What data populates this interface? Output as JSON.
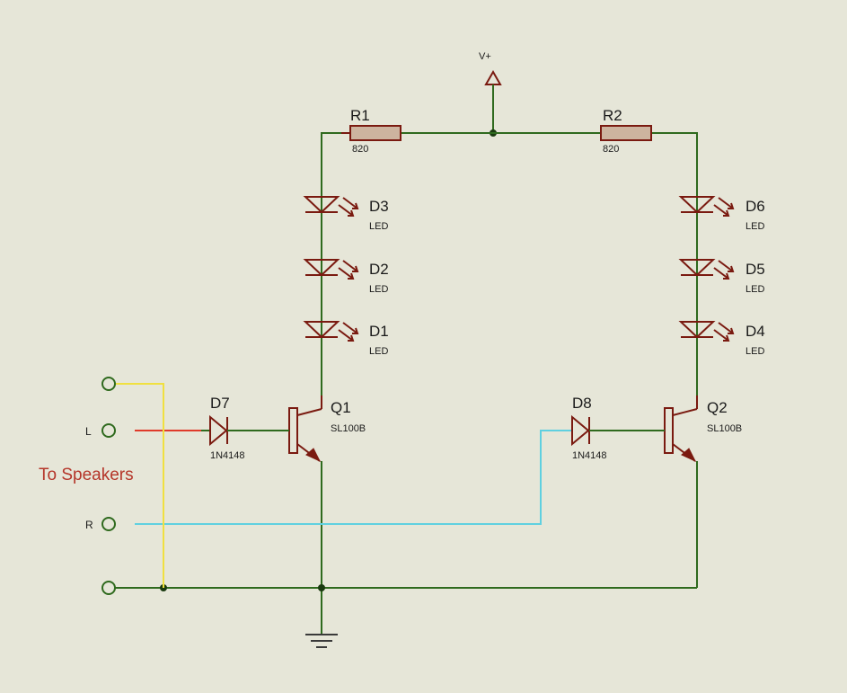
{
  "supply": {
    "label": "V+"
  },
  "resistors": [
    {
      "ref": "R1",
      "value": "820"
    },
    {
      "ref": "R2",
      "value": "820"
    }
  ],
  "leds": [
    {
      "ref": "D3",
      "value": "LED"
    },
    {
      "ref": "D2",
      "value": "LED"
    },
    {
      "ref": "D1",
      "value": "LED"
    },
    {
      "ref": "D6",
      "value": "LED"
    },
    {
      "ref": "D5",
      "value": "LED"
    },
    {
      "ref": "D4",
      "value": "LED"
    }
  ],
  "diodes": [
    {
      "ref": "D7",
      "value": "1N4148"
    },
    {
      "ref": "D8",
      "value": "1N4148"
    }
  ],
  "transistors": [
    {
      "ref": "Q1",
      "value": "SL100B"
    },
    {
      "ref": "Q2",
      "value": "SL100B"
    }
  ],
  "terminals": {
    "left": "L",
    "right": "R"
  },
  "note": "To Speakers",
  "colors": {
    "background": "#e6e6d8",
    "wire": "#2f6a1e",
    "component": "#7a1a10",
    "left_channel": "#e03a2a",
    "right_channel": "#5fd0e0",
    "shield": "#f0e040"
  }
}
